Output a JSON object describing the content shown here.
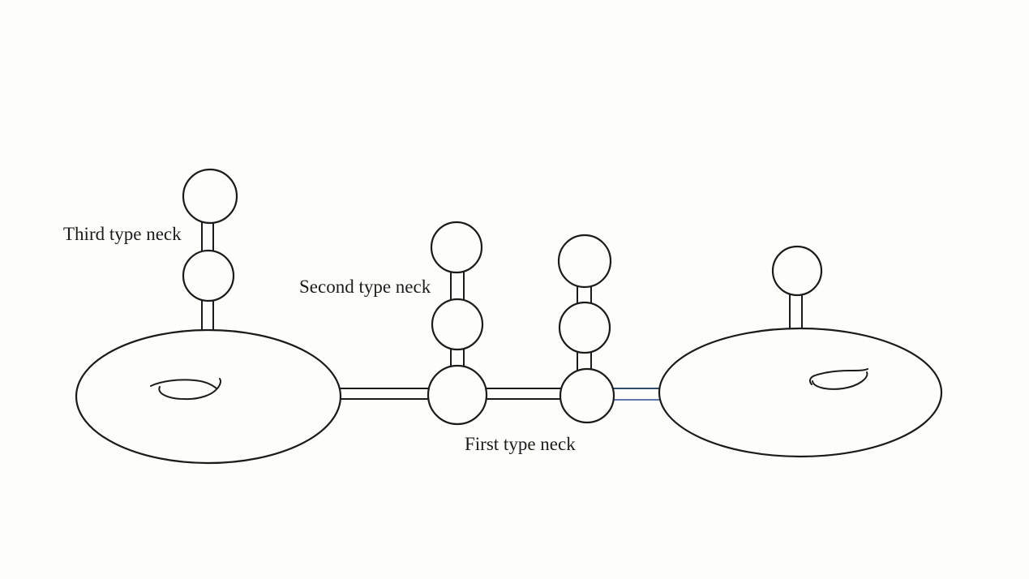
{
  "labels": {
    "third_type_neck": "Third type neck",
    "second_type_neck": "Second type neck",
    "first_type_neck": "First type neck"
  },
  "colors": {
    "ink": "#1b1b1b",
    "text": "#1c1c1c",
    "first_neck_line_top": "#2f4d68",
    "first_neck_line_bottom": "#5d7ba9",
    "background": "#fdfdfb"
  }
}
